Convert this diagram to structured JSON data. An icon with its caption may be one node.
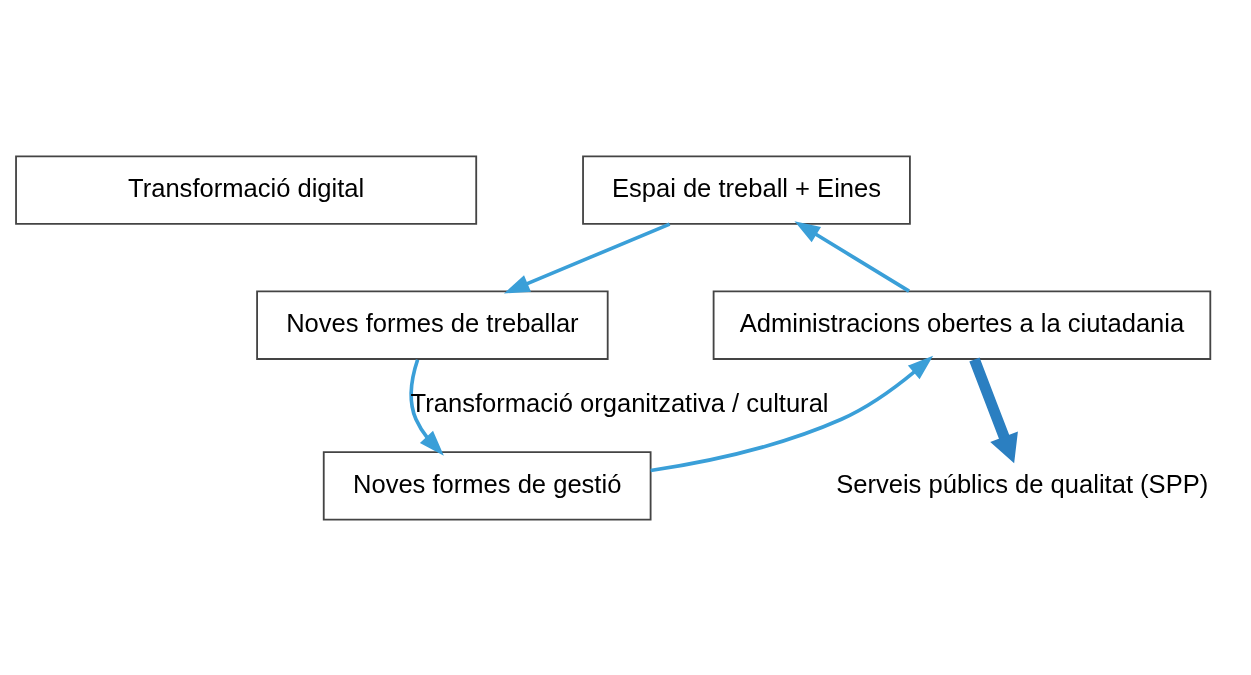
{
  "diagram": {
    "nodes": [
      {
        "text": [
          "Transformació digital"
        ]
      },
      {
        "text": [
          "Espai de treball + Eines"
        ]
      },
      {
        "text": [
          "Noves formes de treballar"
        ]
      },
      {
        "text": [
          "Noves formes de gestió"
        ]
      },
      {
        "text": [
          "Administracions obertes a la ciutadania"
        ]
      },
      {
        "text": [
          "Serveis públics de qualitat (SPP)"
        ]
      }
    ],
    "edges": [
      {
        "from": 4,
        "to": 1,
        "arrow": "to"
      },
      {
        "from": 1,
        "to": 2,
        "arrow": "to"
      },
      {
        "from": 2,
        "to": 3,
        "arrow": "to",
        "label": "Transformació organitzativa / cultural"
      },
      {
        "from": 3,
        "to": 4,
        "arrow": "to"
      },
      {
        "from": 4,
        "to": 5,
        "arrow": "to",
        "style": "thick",
        "color": "#2b7fc1"
      }
    ]
  }
}
